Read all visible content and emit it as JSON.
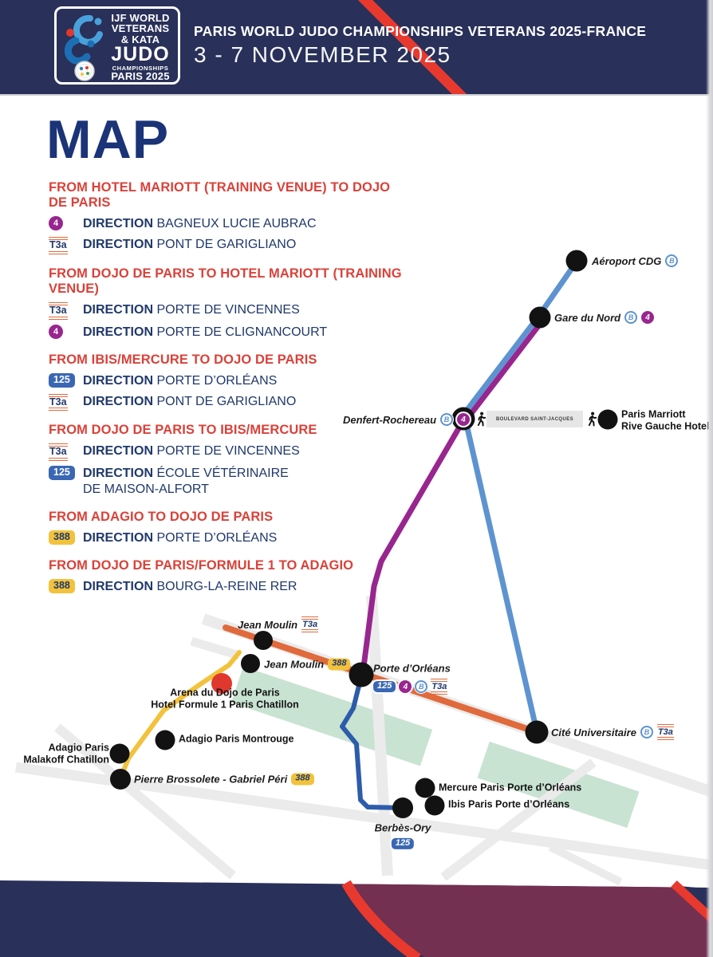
{
  "header": {
    "logo_lines": [
      "IJF WORLD",
      "VETERANS",
      "& KATA",
      "JUDO",
      "CHAMPIONSHIPS",
      "PARIS 2025"
    ],
    "title": "PARIS WORLD JUDO CHAMPIONSHIPS VETERANS 2025-FRANCE",
    "dates": "3 - 7 NOVEMBER 2025"
  },
  "page_title": "MAP",
  "direction_label": "DIRECTION",
  "routes": [
    {
      "heading": "FROM HOTEL MARIOTT (TRAINING VENUE) TO DOJO DE PARIS",
      "steps": [
        {
          "badge": "4",
          "type": "metro4",
          "destination": "BAGNEUX LUCIE AUBRAC"
        },
        {
          "badge": "T3a",
          "type": "tram",
          "destination": "PONT DE GARIGLIANO"
        }
      ]
    },
    {
      "heading": "FROM DOJO DE PARIS TO HOTEL MARIOTT (TRAINING VENUE)",
      "steps": [
        {
          "badge": "T3a",
          "type": "tram",
          "destination": "PORTE DE VINCENNES"
        },
        {
          "badge": "4",
          "type": "metro4",
          "destination": "PORTE DE CLIGNANCOURT"
        }
      ]
    },
    {
      "heading": "FROM IBIS/MERCURE TO DOJO DE PARIS",
      "steps": [
        {
          "badge": "125",
          "type": "bus125",
          "destination": "PORTE D’ORLÉANS"
        },
        {
          "badge": "T3a",
          "type": "tram",
          "destination": "PONT DE GARIGLIANO"
        }
      ]
    },
    {
      "heading": "FROM DOJO DE PARIS TO IBIS/MERCURE",
      "steps": [
        {
          "badge": "T3a",
          "type": "tram",
          "destination": "PORTE DE VINCENNES"
        },
        {
          "badge": "125",
          "type": "bus125",
          "destination": "ÉCOLE VÉTÉRINAIRE\nDE MAISON-ALFORT"
        }
      ]
    },
    {
      "heading": "FROM ADAGIO TO DOJO DE PARIS",
      "steps": [
        {
          "badge": "388",
          "type": "bus388",
          "destination": "PORTE D’ORLÉANS"
        }
      ]
    },
    {
      "heading": "FROM DOJO DE PARIS/FORMULE 1 TO ADAGIO",
      "steps": [
        {
          "badge": "388",
          "type": "bus388",
          "destination": "BOURG-LA-REINE RER"
        }
      ]
    }
  ],
  "map": {
    "boulevard": "BOULEVARD SAINT-JACQUES",
    "stations": [
      {
        "label": "Aéroport CDG",
        "badges": [
          "B"
        ]
      },
      {
        "label": "Gare du Nord",
        "badges": [
          "B",
          "4"
        ]
      },
      {
        "label": "Denfert-Rochereau",
        "badges": [
          "B",
          "4"
        ]
      },
      {
        "label": "Porte d’Orléans",
        "badges": [
          "125",
          "4",
          "B",
          "T3a"
        ]
      },
      {
        "label": "Cité Universitaire",
        "badges": [
          "B",
          "T3a"
        ]
      },
      {
        "label": "Jean Moulin",
        "badges": [
          "T3a"
        ]
      },
      {
        "label": "Jean Moulin",
        "badges": [
          "388"
        ]
      },
      {
        "label": "Pierre Brossolete - Gabriel Péri",
        "badges": [
          "388"
        ]
      },
      {
        "label": "Berbès-Ory",
        "badges": [
          "125"
        ]
      }
    ],
    "hotels": [
      {
        "line1": "Paris Marriott",
        "line2": "Rive Gauche Hotel"
      },
      {
        "line1": "Arena du Dojo de Paris",
        "line2": "Hotel Formule 1 Paris Chatillon"
      },
      {
        "line1": "Adagio Paris Montrouge"
      },
      {
        "line1": "Adagio Paris",
        "line2": "Malakoff Chatillon"
      },
      {
        "line1": "Mercure Paris Porte d’Orléans"
      },
      {
        "line1": "Ibis Paris Porte d’Orléans"
      }
    ]
  },
  "colors": {
    "header_navy": "#293059",
    "accent_red": "#e8392f",
    "heading_red": "#d9423a",
    "text_navy": "#20386b",
    "map_title_navy": "#1b3377",
    "metro_4": "#98268f",
    "rer_b": "#5e93d1",
    "tram_t3a": "#e06a3b",
    "bus_125_badge": "#3a67b3",
    "bus_125_line": "#2d5cab",
    "bus_388": "#f2c23c",
    "park_green": "#c9e3d2",
    "road_gray": "#ebebeb",
    "footer_maroon": "#733050",
    "station_dot": "#121212",
    "arena_dot": "#e0382e"
  }
}
